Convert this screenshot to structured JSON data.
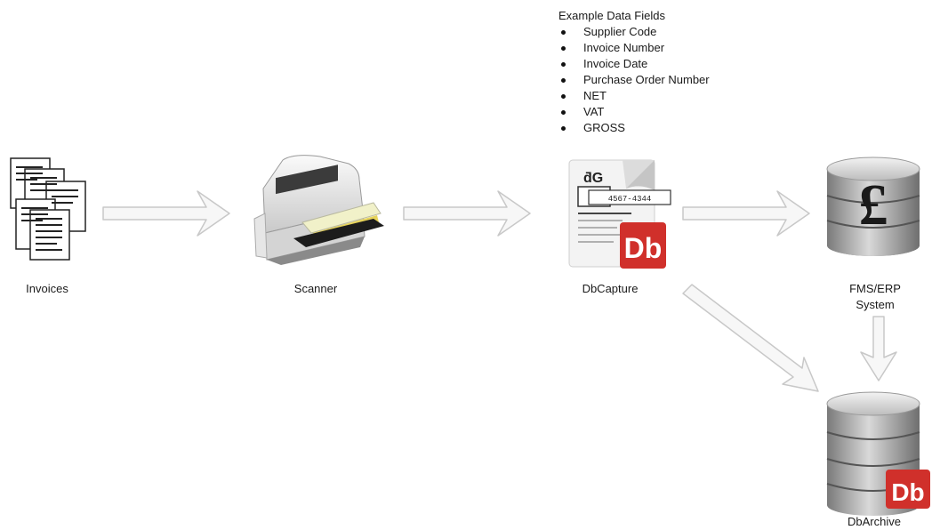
{
  "nodes": {
    "invoices": "Invoices",
    "scanner": "Scanner",
    "dbcapture": "DbCapture",
    "fms_line1": "FMS/ERP",
    "fms_line2": "System",
    "dbarchive": "DbArchive"
  },
  "fields": {
    "title": "Example Data Fields",
    "items": [
      "Supplier Code",
      "Invoice Number",
      "Invoice Date",
      "Purchase Order Number",
      "NET",
      "VAT",
      "GROSS"
    ]
  },
  "capture_doc": {
    "number_text": "4567-4344",
    "logo_text": "Db",
    "doc_mark": "ƌG"
  },
  "fms": {
    "currency_symbol": "£"
  },
  "archive": {
    "logo_text": "Db"
  },
  "colors": {
    "accent_red": "#d0302b",
    "arrow_stroke": "#c8c8c8",
    "arrow_fill": "#f7f7f7"
  }
}
